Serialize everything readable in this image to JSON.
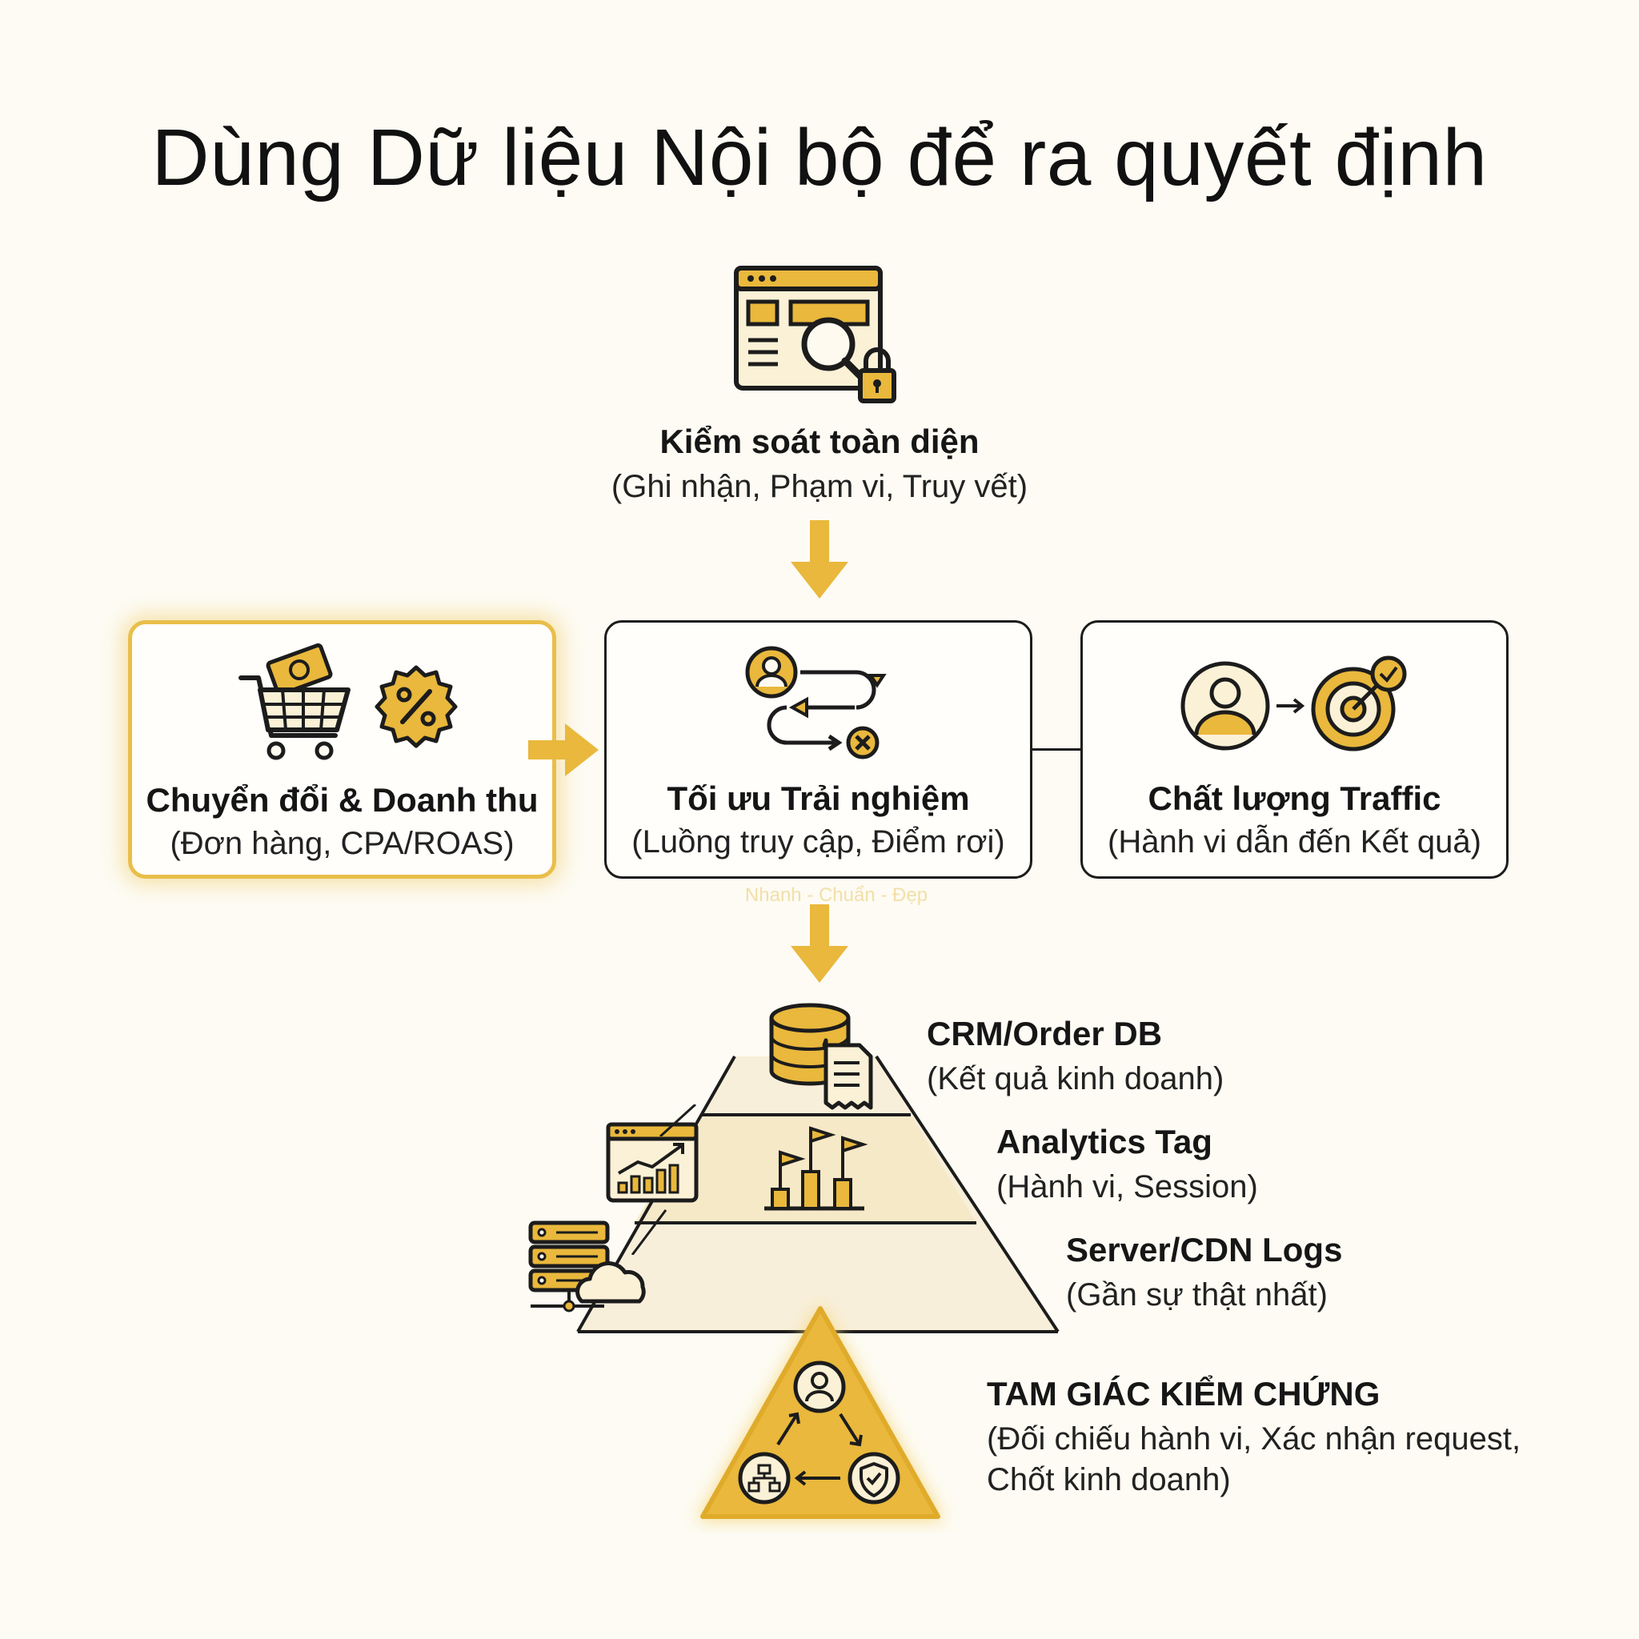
{
  "title": "Dùng Dữ liệu Nội bộ để ra quyết định",
  "top": {
    "label": "Kiểm soát toàn diện",
    "sub": "(Ghi nhận, Phạm vi, Truy vết)",
    "icon": "browser-search-lock-icon"
  },
  "cards": [
    {
      "label": "Chuyển đổi & Doanh thu",
      "sub": "(Đơn hàng, CPA/ROAS)",
      "icon": "cart-discount-icon",
      "highlighted": true
    },
    {
      "label": "Tối ưu Trải nghiệm",
      "sub": "(Luồng truy cập, Điểm rơi)",
      "icon": "user-flow-icon",
      "highlighted": false
    },
    {
      "label": "Chất lượng Traffic",
      "sub": "(Hành vi dẫn đến Kết quả)",
      "icon": "user-target-icon",
      "highlighted": false
    }
  ],
  "pyramid": [
    {
      "label": "CRM/Order DB",
      "sub": "(Kết quả kinh doanh)",
      "icon": "database-receipt-icon"
    },
    {
      "label": "Analytics Tag",
      "sub": "(Hành vi, Session)",
      "icon": "analytics-flags-icon"
    },
    {
      "label": "Server/CDN Logs",
      "sub": "(Gần sự thật nhất)",
      "icon": "server-cloud-icon"
    }
  ],
  "triangle": {
    "label": "TAM GIÁC KIỂM CHỨNG",
    "sub1": "(Đối chiếu hành vi, Xác nhận request,",
    "sub2": "Chốt kinh doanh)",
    "icon": "verification-triangle-icon"
  },
  "watermark": "Nhanh - Chuẩn - Đẹp",
  "colors": {
    "accent": "#e9b83c",
    "accent_dark": "#c9951f",
    "stroke": "#1c1c1c",
    "background": "#fdfbf3"
  }
}
